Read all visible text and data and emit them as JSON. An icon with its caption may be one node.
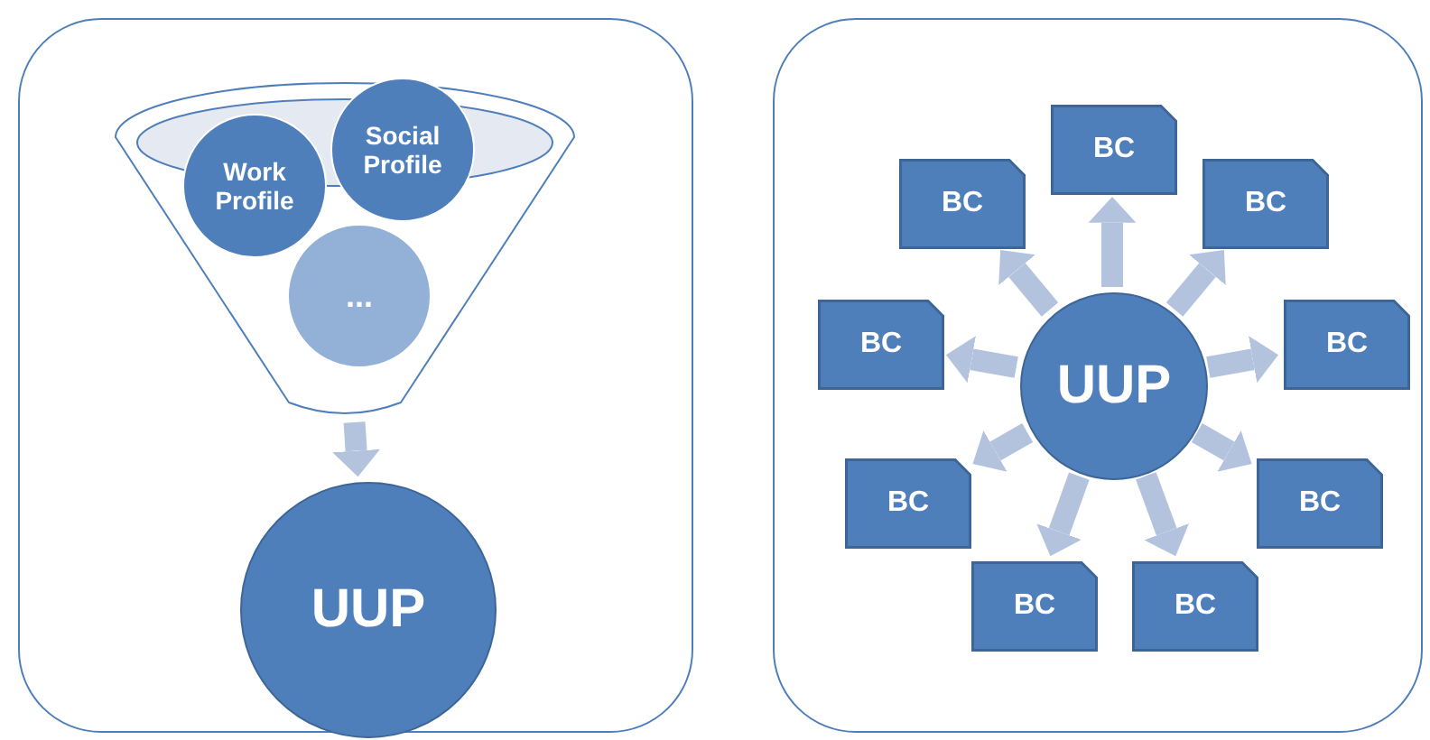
{
  "diagram": {
    "nodes": [
      {
        "text": [],
        "shape": "box"
      },
      {
        "text": [],
        "shape": "funnel",
        "in": 0
      },
      {
        "text": [
          "Work Profile"
        ],
        "in": 1
      },
      {
        "text": [
          "Social Profile"
        ],
        "in": 1
      },
      {
        "text": [
          "..."
        ],
        "in": 1
      },
      {
        "text": [
          "UUP"
        ],
        "in": 0
      },
      {
        "text": [],
        "shape": "box"
      },
      {
        "text": [
          "UUP"
        ],
        "in": 6
      },
      {
        "text": [
          "BC"
        ],
        "in": 6
      },
      {
        "text": [
          "BC"
        ],
        "in": 6
      },
      {
        "text": [
          "BC"
        ],
        "in": 6
      },
      {
        "text": [
          "BC"
        ],
        "in": 6
      },
      {
        "text": [
          "BC"
        ],
        "in": 6
      },
      {
        "text": [
          "BC"
        ],
        "in": 6
      },
      {
        "text": [
          "BC"
        ],
        "in": 6
      },
      {
        "text": [
          "BC"
        ],
        "in": 6
      },
      {
        "text": [
          "BC"
        ],
        "in": 6
      }
    ],
    "edges": [
      {
        "from": 1,
        "to": 5,
        "arrow": "to"
      },
      {
        "from": 7,
        "to": 8,
        "arrow": "to"
      },
      {
        "from": 7,
        "to": 9,
        "arrow": "to"
      },
      {
        "from": 7,
        "to": 10,
        "arrow": "to"
      },
      {
        "from": 7,
        "to": 11,
        "arrow": "to"
      },
      {
        "from": 7,
        "to": 12,
        "arrow": "to"
      },
      {
        "from": 7,
        "to": 13,
        "arrow": "to"
      },
      {
        "from": 7,
        "to": 14,
        "arrow": "to"
      },
      {
        "from": 7,
        "to": 15,
        "arrow": "to"
      },
      {
        "from": 7,
        "to": 16,
        "arrow": "to"
      }
    ]
  }
}
